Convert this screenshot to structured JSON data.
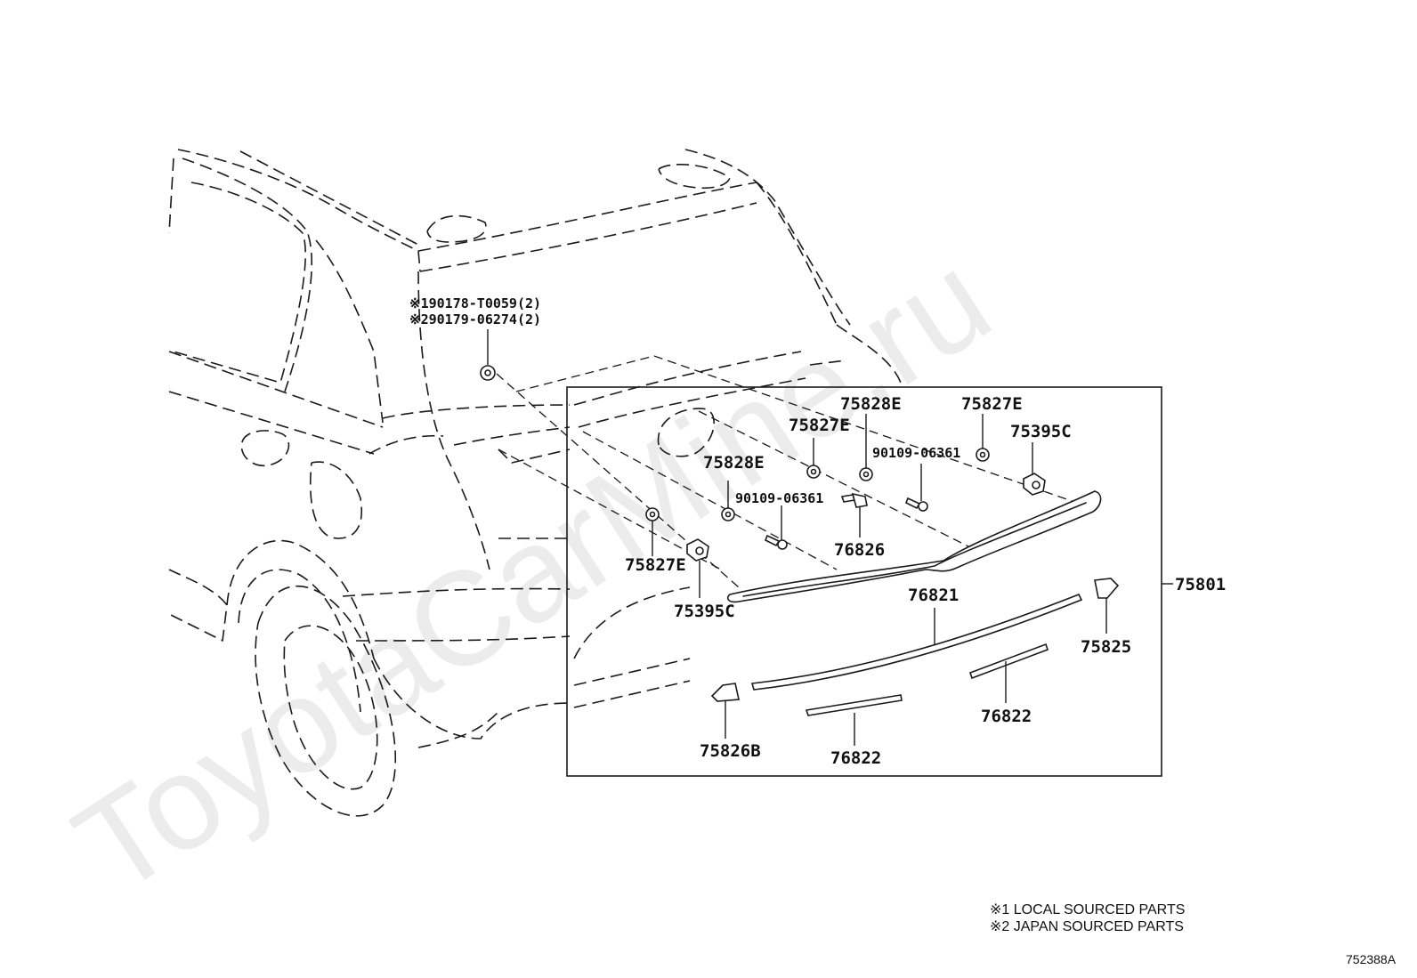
{
  "watermark": "ToyotaCarMine.ru",
  "callouts": {
    "note_parts": [
      "※190178-T0059(2)",
      "※290179-06274(2)"
    ],
    "p75828E_a": "75828E",
    "p75827E_a": "75827E",
    "p75827E_b": "75827E",
    "p75395C_a": "75395C",
    "p90109_a": "90109-06361",
    "p75828E_b": "75828E",
    "p90109_b": "90109-06361",
    "p76826": "76826",
    "p75827E_c": "75827E",
    "p75395C_b": "75395C",
    "p76821": "76821",
    "p75801": "75801",
    "p75825": "75825",
    "p76822_a": "76822",
    "p76822_b": "76822",
    "p75826B": "75826B"
  },
  "legend": [
    "※1 LOCAL SOURCED PARTS",
    "※2 JAPAN SOURCED PARTS"
  ],
  "diagram_code": "752388A"
}
